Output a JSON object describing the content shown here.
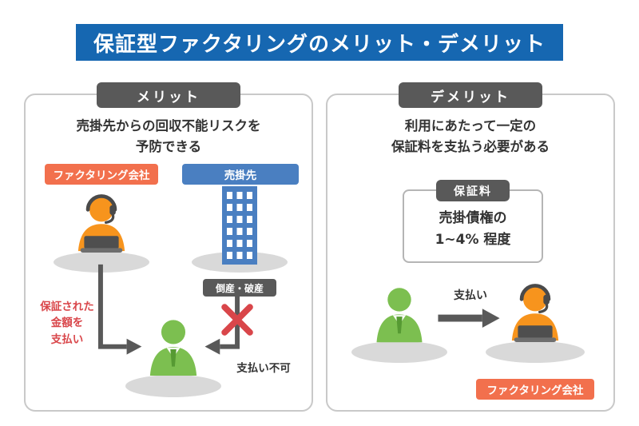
{
  "title": "保証型ファクタリングのメリット・デメリット",
  "colors": {
    "title_bg": "#1667b1",
    "tab_bg": "#595959",
    "chip_orange": "#f2704d",
    "chip_blue": "#4a7fc1",
    "person_orange": "#f7941d",
    "person_green": "#7cbf50",
    "person_green_dark": "#569a33",
    "building_blue": "#4a7fc1",
    "danger_red": "#d9464a",
    "arrow_gray": "#595959",
    "shadow_gray": "#d9d9d9",
    "text_dark": "#333333"
  },
  "merit": {
    "tab": "メリット",
    "description": "売掛先からの回収不能リスクを\n予防できる",
    "factoring_label": "ファクタリング会社",
    "customer_label": "売掛先",
    "bankruptcy_label": "倒産・破産",
    "guaranteed_payment": "保証された\n金額を\n支払い",
    "payment_impossible": "支払い不可"
  },
  "demerit": {
    "tab": "デメリット",
    "description": "利用にあたって一定の\n保証料を支払う必要がある",
    "fee_tab": "保証料",
    "fee_value": "売掛債権の\n1~4% 程度",
    "payment": "支払い",
    "factoring_label": "ファクタリング会社"
  }
}
